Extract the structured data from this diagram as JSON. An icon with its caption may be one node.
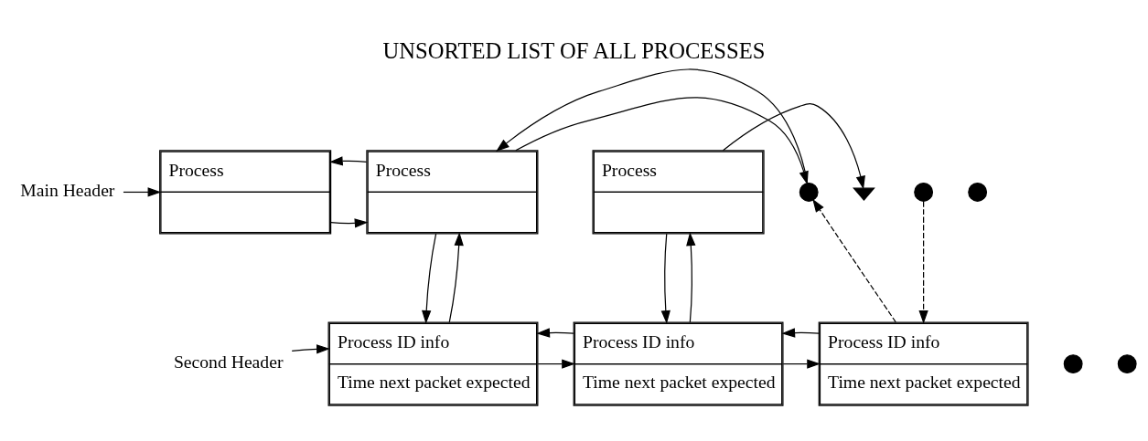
{
  "diagram": {
    "title": "UNSORTED LIST OF ALL PROCESSES",
    "nodes": [
      {
        "text": [
          "Main Header"
        ]
      },
      {
        "text": [
          "Process"
        ]
      },
      {
        "text": [
          "Process"
        ]
      },
      {
        "text": [],
        "shape": "circle"
      },
      {
        "text": [],
        "shape": "circle"
      },
      {
        "text": [],
        "shape": "circle"
      },
      {
        "text": [
          "Process"
        ]
      },
      {
        "text": [],
        "shape": "ground"
      },
      {
        "text": [
          "Second Header"
        ]
      },
      {
        "text": [
          "Process ID info",
          "Time next packet expected"
        ]
      },
      {
        "text": [
          "Process ID info",
          "Time next packet expected"
        ]
      },
      {
        "text": [
          "Process ID info",
          "Time next packet expected"
        ]
      },
      {
        "text": [],
        "shape": "circle"
      },
      {
        "text": [],
        "shape": "circle"
      }
    ],
    "edges": [
      {
        "from": 0,
        "to": 1,
        "arrow": "to"
      },
      {
        "from": 1,
        "to": 2,
        "arrow": "to"
      },
      {
        "from": 2,
        "to": 1,
        "arrow": "to"
      },
      {
        "from": 2,
        "to": 3,
        "arrow": "to"
      },
      {
        "from": 3,
        "to": 2,
        "arrow": "to"
      },
      {
        "from": 6,
        "to": 7,
        "arrow": "to"
      },
      {
        "from": 8,
        "to": 9,
        "arrow": "to"
      },
      {
        "from": 9,
        "to": 10,
        "arrow": "to"
      },
      {
        "from": 10,
        "to": 9,
        "arrow": "to"
      },
      {
        "from": 10,
        "to": 11,
        "arrow": "to"
      },
      {
        "from": 11,
        "to": 10,
        "arrow": "to"
      },
      {
        "from": 2,
        "to": 9,
        "arrow": "to"
      },
      {
        "from": 9,
        "to": 2,
        "arrow": "to"
      },
      {
        "from": 6,
        "to": 10,
        "arrow": "to"
      },
      {
        "from": 10,
        "to": 6,
        "arrow": "to"
      },
      {
        "from": 11,
        "to": 3,
        "arrow": "to",
        "style": "dashed"
      },
      {
        "from": 4,
        "to": 11,
        "arrow": "to",
        "style": "dashed"
      }
    ]
  }
}
